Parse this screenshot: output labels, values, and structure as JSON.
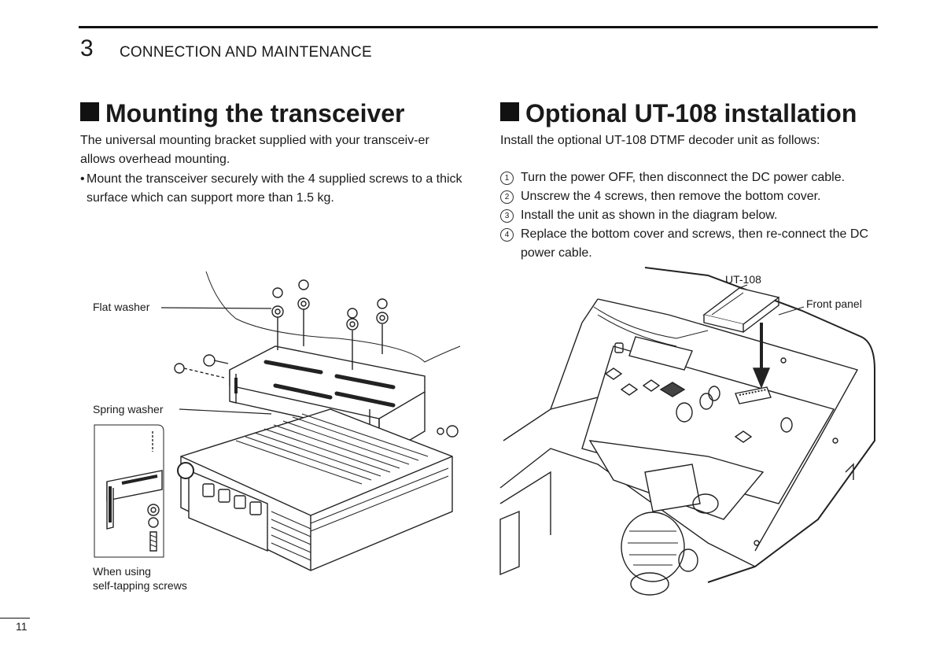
{
  "chapter": {
    "number": "3",
    "title": "CONNECTION AND MAINTENANCE"
  },
  "left": {
    "heading": "Mounting the transceiver",
    "intro": "The universal mounting bracket supplied with your transceiv-er allows overhead mounting.",
    "bullet": "Mount the transceiver securely with the 4 supplied screws to a thick surface which can support more than 1.5 kg.",
    "figure": {
      "labels": {
        "flat_washer": "Flat washer",
        "spring_washer": "Spring washer",
        "self_tapping_line1": "When using",
        "self_tapping_line2": "self-tapping screws"
      }
    }
  },
  "right": {
    "heading": "Optional UT-108 installation",
    "intro": "Install the optional UT-108 DTMF decoder unit as follows:",
    "steps": [
      {
        "num": "1",
        "text": "Turn the power OFF, then disconnect the DC power cable."
      },
      {
        "num": "2",
        "text": "Unscrew the 4 screws, then remove the bottom cover."
      },
      {
        "num": "3",
        "text": "Install the unit as shown in the diagram below."
      },
      {
        "num": "4",
        "text": "Replace the bottom cover and screws, then re-connect the DC power cable."
      }
    ],
    "figure": {
      "labels": {
        "unit": "UT-108",
        "front_panel": "Front panel"
      }
    }
  },
  "page_number": "11"
}
